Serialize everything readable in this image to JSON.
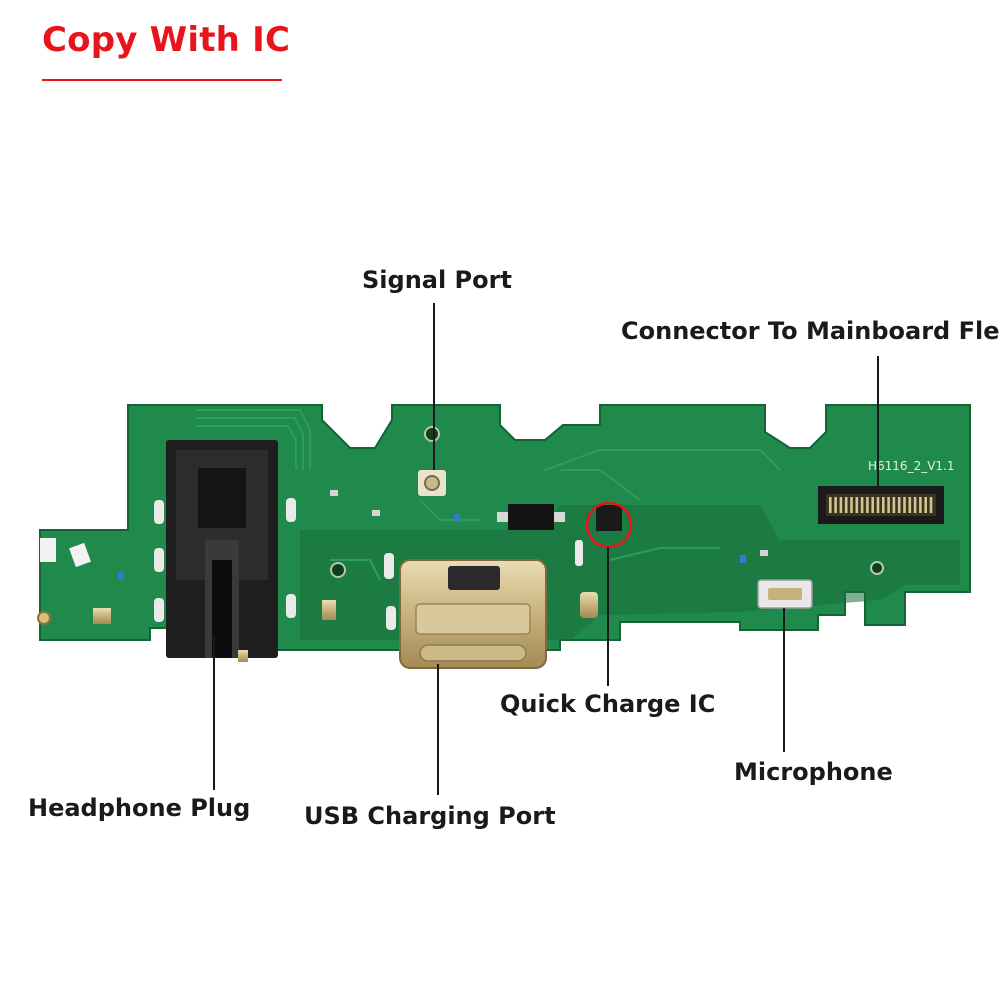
{
  "title": "Copy With IC",
  "board_marking": "H6116_2_V1.1",
  "callouts": {
    "signal_port": "Signal Port",
    "connector": "Connector To Mainboard Flex",
    "quick_charge": "Quick Charge IC",
    "microphone": "Microphone",
    "headphone": "Headphone Plug",
    "usb_port": "USB Charging Port"
  },
  "colors": {
    "title": "#e8141b",
    "pcb": "#1f8a4c",
    "pcb_dark": "#17703c",
    "highlight_circle": "#e8141b",
    "leader_line": "#1a1a1a"
  }
}
